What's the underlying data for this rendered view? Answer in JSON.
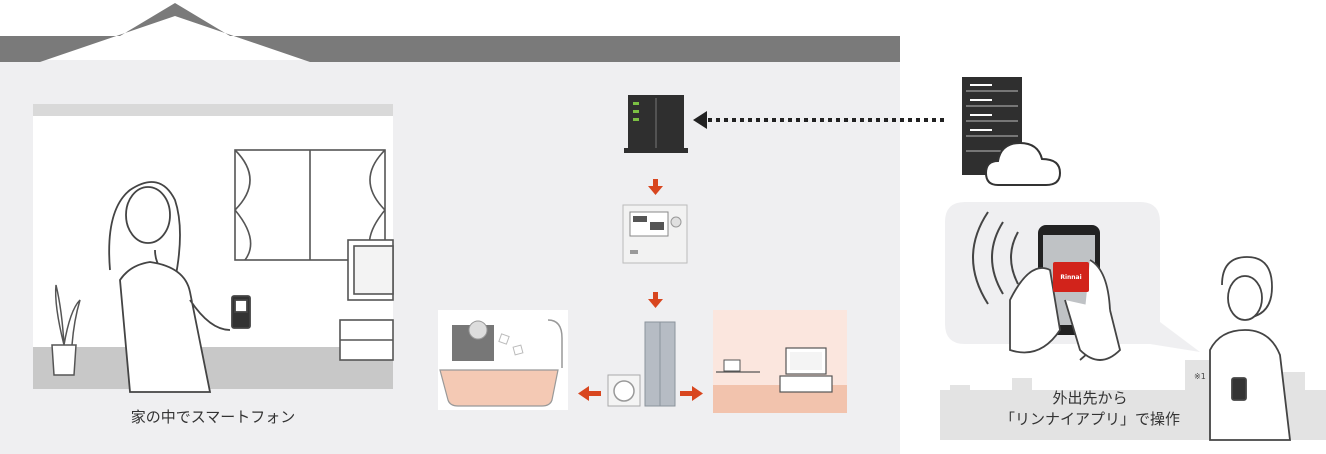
{
  "captions": {
    "home_smartphone": "家の中でスマートフォン",
    "outside_line1": "外出先から",
    "outside_line2": "「リンナイアプリ」で操作",
    "footnote": "※1"
  },
  "brand": {
    "badge_text": "Rinnai"
  },
  "colors": {
    "house_bg": "#efeff1",
    "roof": "#787878",
    "arrow_red": "#d8461f",
    "server_dark": "#2f2f2f",
    "bath_warm": "#f4c9b4",
    "brand_red": "#d2231b"
  },
  "icons": [
    "house-roof-icon",
    "woman-with-phone-icon",
    "window-icon",
    "tv-icon",
    "plant-icon",
    "router-icon",
    "server-icon",
    "cloud-icon",
    "controller-icon",
    "water-heater-icon",
    "bathtub-icon",
    "living-room-tv-icon",
    "hand-phone-icon",
    "signal-waves-icon",
    "woman-outside-icon",
    "city-skyline-icon"
  ]
}
